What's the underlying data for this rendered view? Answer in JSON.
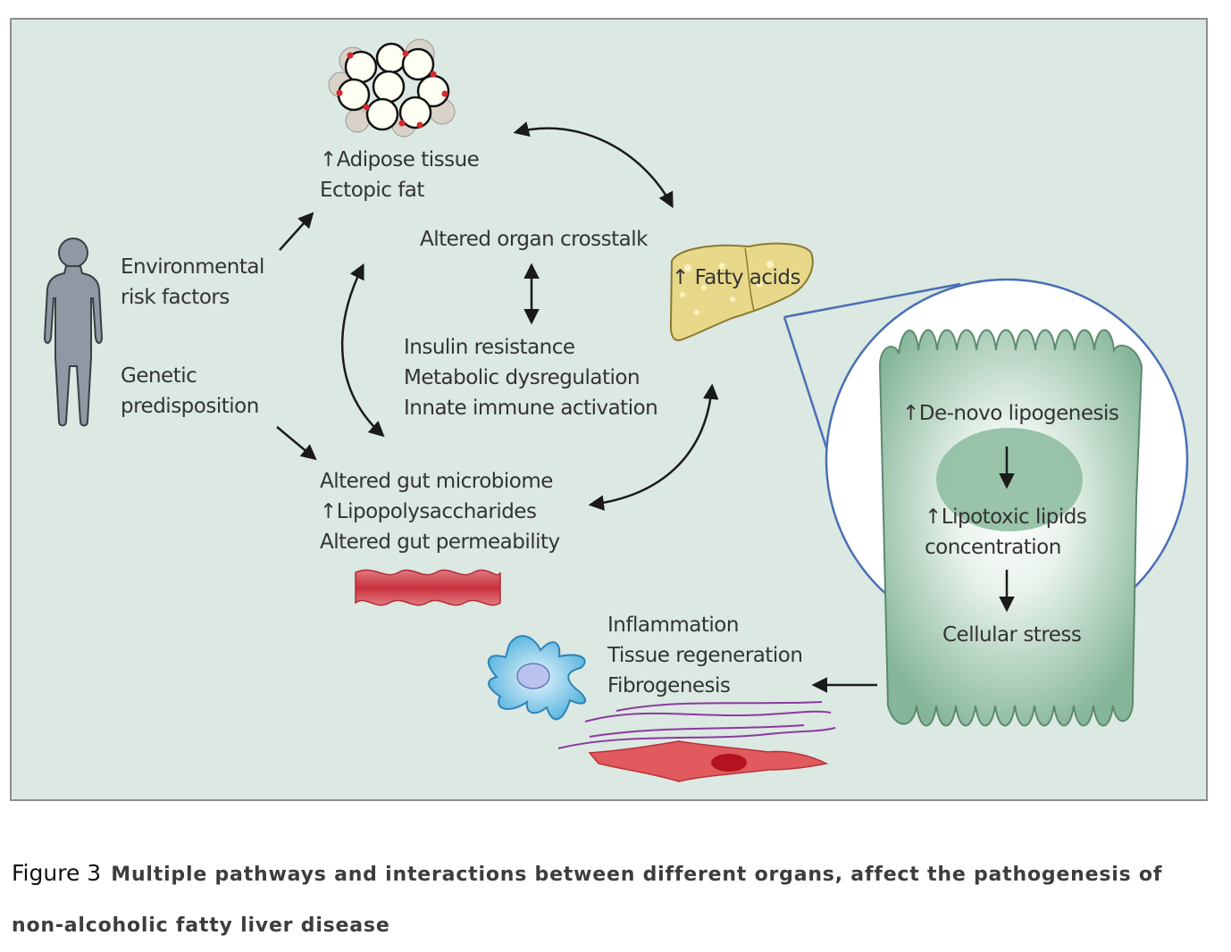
{
  "diagram": {
    "adipose": {
      "line1": "↑Adipose tissue",
      "line2": "Ectopic fat"
    },
    "risk_factors": {
      "environmental_line1": "Environmental",
      "environmental_line2": "risk factors",
      "genetic_line1": "Genetic",
      "genetic_line2": "predisposition"
    },
    "crosstalk": "Altered organ crosstalk",
    "systemic": {
      "line1": "Insulin resistance",
      "line2": "Metabolic dysregulation",
      "line3": "Innate immune activation"
    },
    "gut": {
      "line1": "Altered gut microbiome",
      "line2": "↑Lipopolysaccharides",
      "line3": "Altered gut permeability"
    },
    "liver": {
      "label": "↑ Fatty acids"
    },
    "hepatocyte": {
      "step1": "↑De-novo lipogenesis",
      "step2_line1": "↑Lipotoxic lipids",
      "step2_line2": "concentration",
      "step3": "Cellular stress"
    },
    "outcomes": {
      "line1": "Inflammation",
      "line2": "Tissue regeneration",
      "line3": "Fibrogenesis"
    }
  },
  "caption": {
    "figure_number": "Figure 3",
    "text": "Multiple pathways and interactions between different organs, affect the pathogenesis of non-alcoholic fatty liver disease"
  },
  "colors": {
    "panel_background": "#dce8e2",
    "hepatocyte": "#8fb9a0",
    "zoom_circle": "#4a6fb5",
    "liver": "#e8d98a",
    "gut": "#c8404a"
  }
}
